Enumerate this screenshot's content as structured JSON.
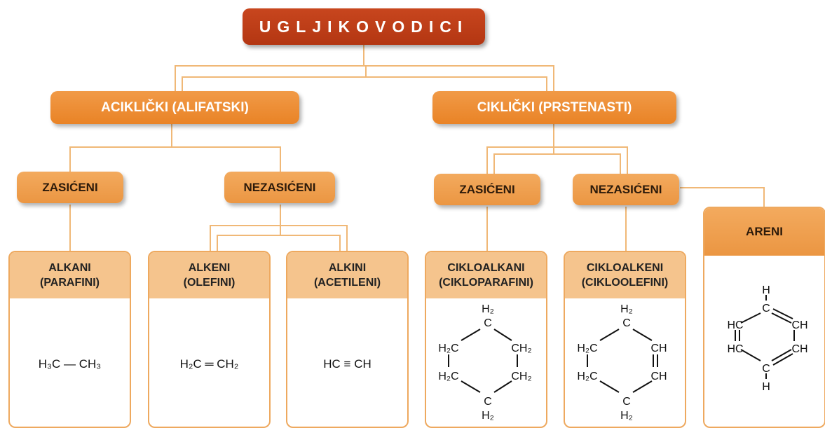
{
  "root": {
    "label": "UGLJIKOVODICI"
  },
  "acyclic": {
    "label": "ACIKLIČKI (ALIFATSKI)",
    "saturated": {
      "label": "ZASIĆENI"
    },
    "unsaturated": {
      "label": "NEZASIĆENI"
    }
  },
  "cyclic": {
    "label": "CIKLIČKI (PRSTENASTI)",
    "saturated": {
      "label": "ZASIĆENI"
    },
    "unsaturated": {
      "label": "NEZASIĆENI"
    }
  },
  "cards": {
    "alkani": {
      "line1": "ALKANI",
      "line2": "(PARAFINI)",
      "formula": {
        "left": "H₃C",
        "bond": "—",
        "right": "CH₃"
      }
    },
    "alkeni": {
      "line1": "ALKENI",
      "line2": "(OLEFINI)",
      "formula": {
        "left": "H₂C",
        "bond": "═",
        "right": "CH₂"
      }
    },
    "alkini": {
      "line1": "ALKINI",
      "line2": "(ACETILENI)",
      "formula": {
        "left": "HC",
        "bond": "≡",
        "right": "CH"
      }
    },
    "cikloalkani": {
      "line1": "CIKLOALKANI",
      "line2": "(CIKLOPARAFINI)",
      "atoms": {
        "top": "H₂",
        "top_c": "C",
        "left_up": "H₂C",
        "right_up": "CH₂",
        "left_down": "H₂C",
        "right_down": "CH₂",
        "bottom_c": "C",
        "bottom": "H₂"
      }
    },
    "cikloalkeni": {
      "line1": "CIKLOALKENI",
      "line2": "(CIKLOOLEFINI)",
      "atoms": {
        "top": "H₂",
        "top_c": "C",
        "left_up": "H₂C",
        "right_up": "CH",
        "left_down": "H₂C",
        "right_down": "CH",
        "bottom_c": "C",
        "bottom": "H₂"
      }
    },
    "areni": {
      "label": "ARENI",
      "atoms": {
        "top_h": "H",
        "top_c": "C",
        "left_up": "HC",
        "right_up": "CH",
        "left_down": "HC",
        "right_down": "CH",
        "bottom_c": "C",
        "bottom_h": "H"
      }
    }
  },
  "colors": {
    "root": "#b9391a",
    "level1": "#ec8a2f",
    "level2": "#ef9f4f",
    "card_header": "#f5c48d",
    "connector": "#f0b877"
  }
}
